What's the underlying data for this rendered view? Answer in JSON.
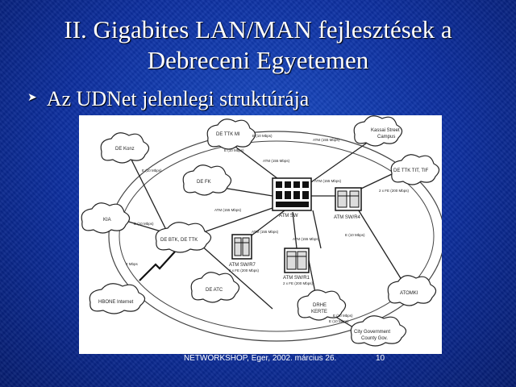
{
  "slide": {
    "title_line1": "II. Gigabites LAN/MAN fejlesztések a",
    "title_line2": "Debreceni Egyetemen",
    "bullet": "Az UDNet jelenlegi struktúrája",
    "footer": "NETWORKSHOP, Eger, 2002. március 26.",
    "page_number": "10"
  },
  "diagram": {
    "nodes": {
      "dettk_mi": "DE TTK MI",
      "kassai": "Kassai Street",
      "kassai2": "Campus",
      "dekonz": "DE Konz",
      "dettk_fk": "DE TTK TIT, TIF",
      "defk": "DE FK",
      "atm_sw": "ATM SW",
      "atm_sw_r4": "ATM SW/R4",
      "kia": "KIA",
      "debtk": "DE BTK, DE TTK",
      "atm_sw_r7": "ATM SW/R7",
      "atm_sw_r1": "ATM SW/R1",
      "hbone": "HBONE Internet",
      "deatc": "DE ATC",
      "drhe1": "DRHE",
      "drhe2": "KERTE",
      "atomki": "ATOMKI",
      "city1": "City Government",
      "city2": "County Gov."
    },
    "links": {
      "l1": "E (10 Mbps)",
      "l2": "ATM (155 Mbps)",
      "l3": "ATM (155 Mbps)",
      "l4": "E (10 Mbps)",
      "l5": "ATM (155 Mbps)",
      "l6": "E (10 Mbps)",
      "l7": "ATM (155 Mbps)",
      "l8": "E (10 Mbps)",
      "l9": "ATM (155 Mbps)",
      "l10": "ATM (155 Mbps)",
      "l11": "E (10 Mbps)",
      "l12": "2 Mbps",
      "l13": "2 x FE (200 Mbps)",
      "l14": "2 x FE (200 Mbps)",
      "l15": "E (10 Mbps)",
      "l16": "E (10 Mbps)",
      "l17": "2 x FE (200 Mbps)"
    }
  }
}
